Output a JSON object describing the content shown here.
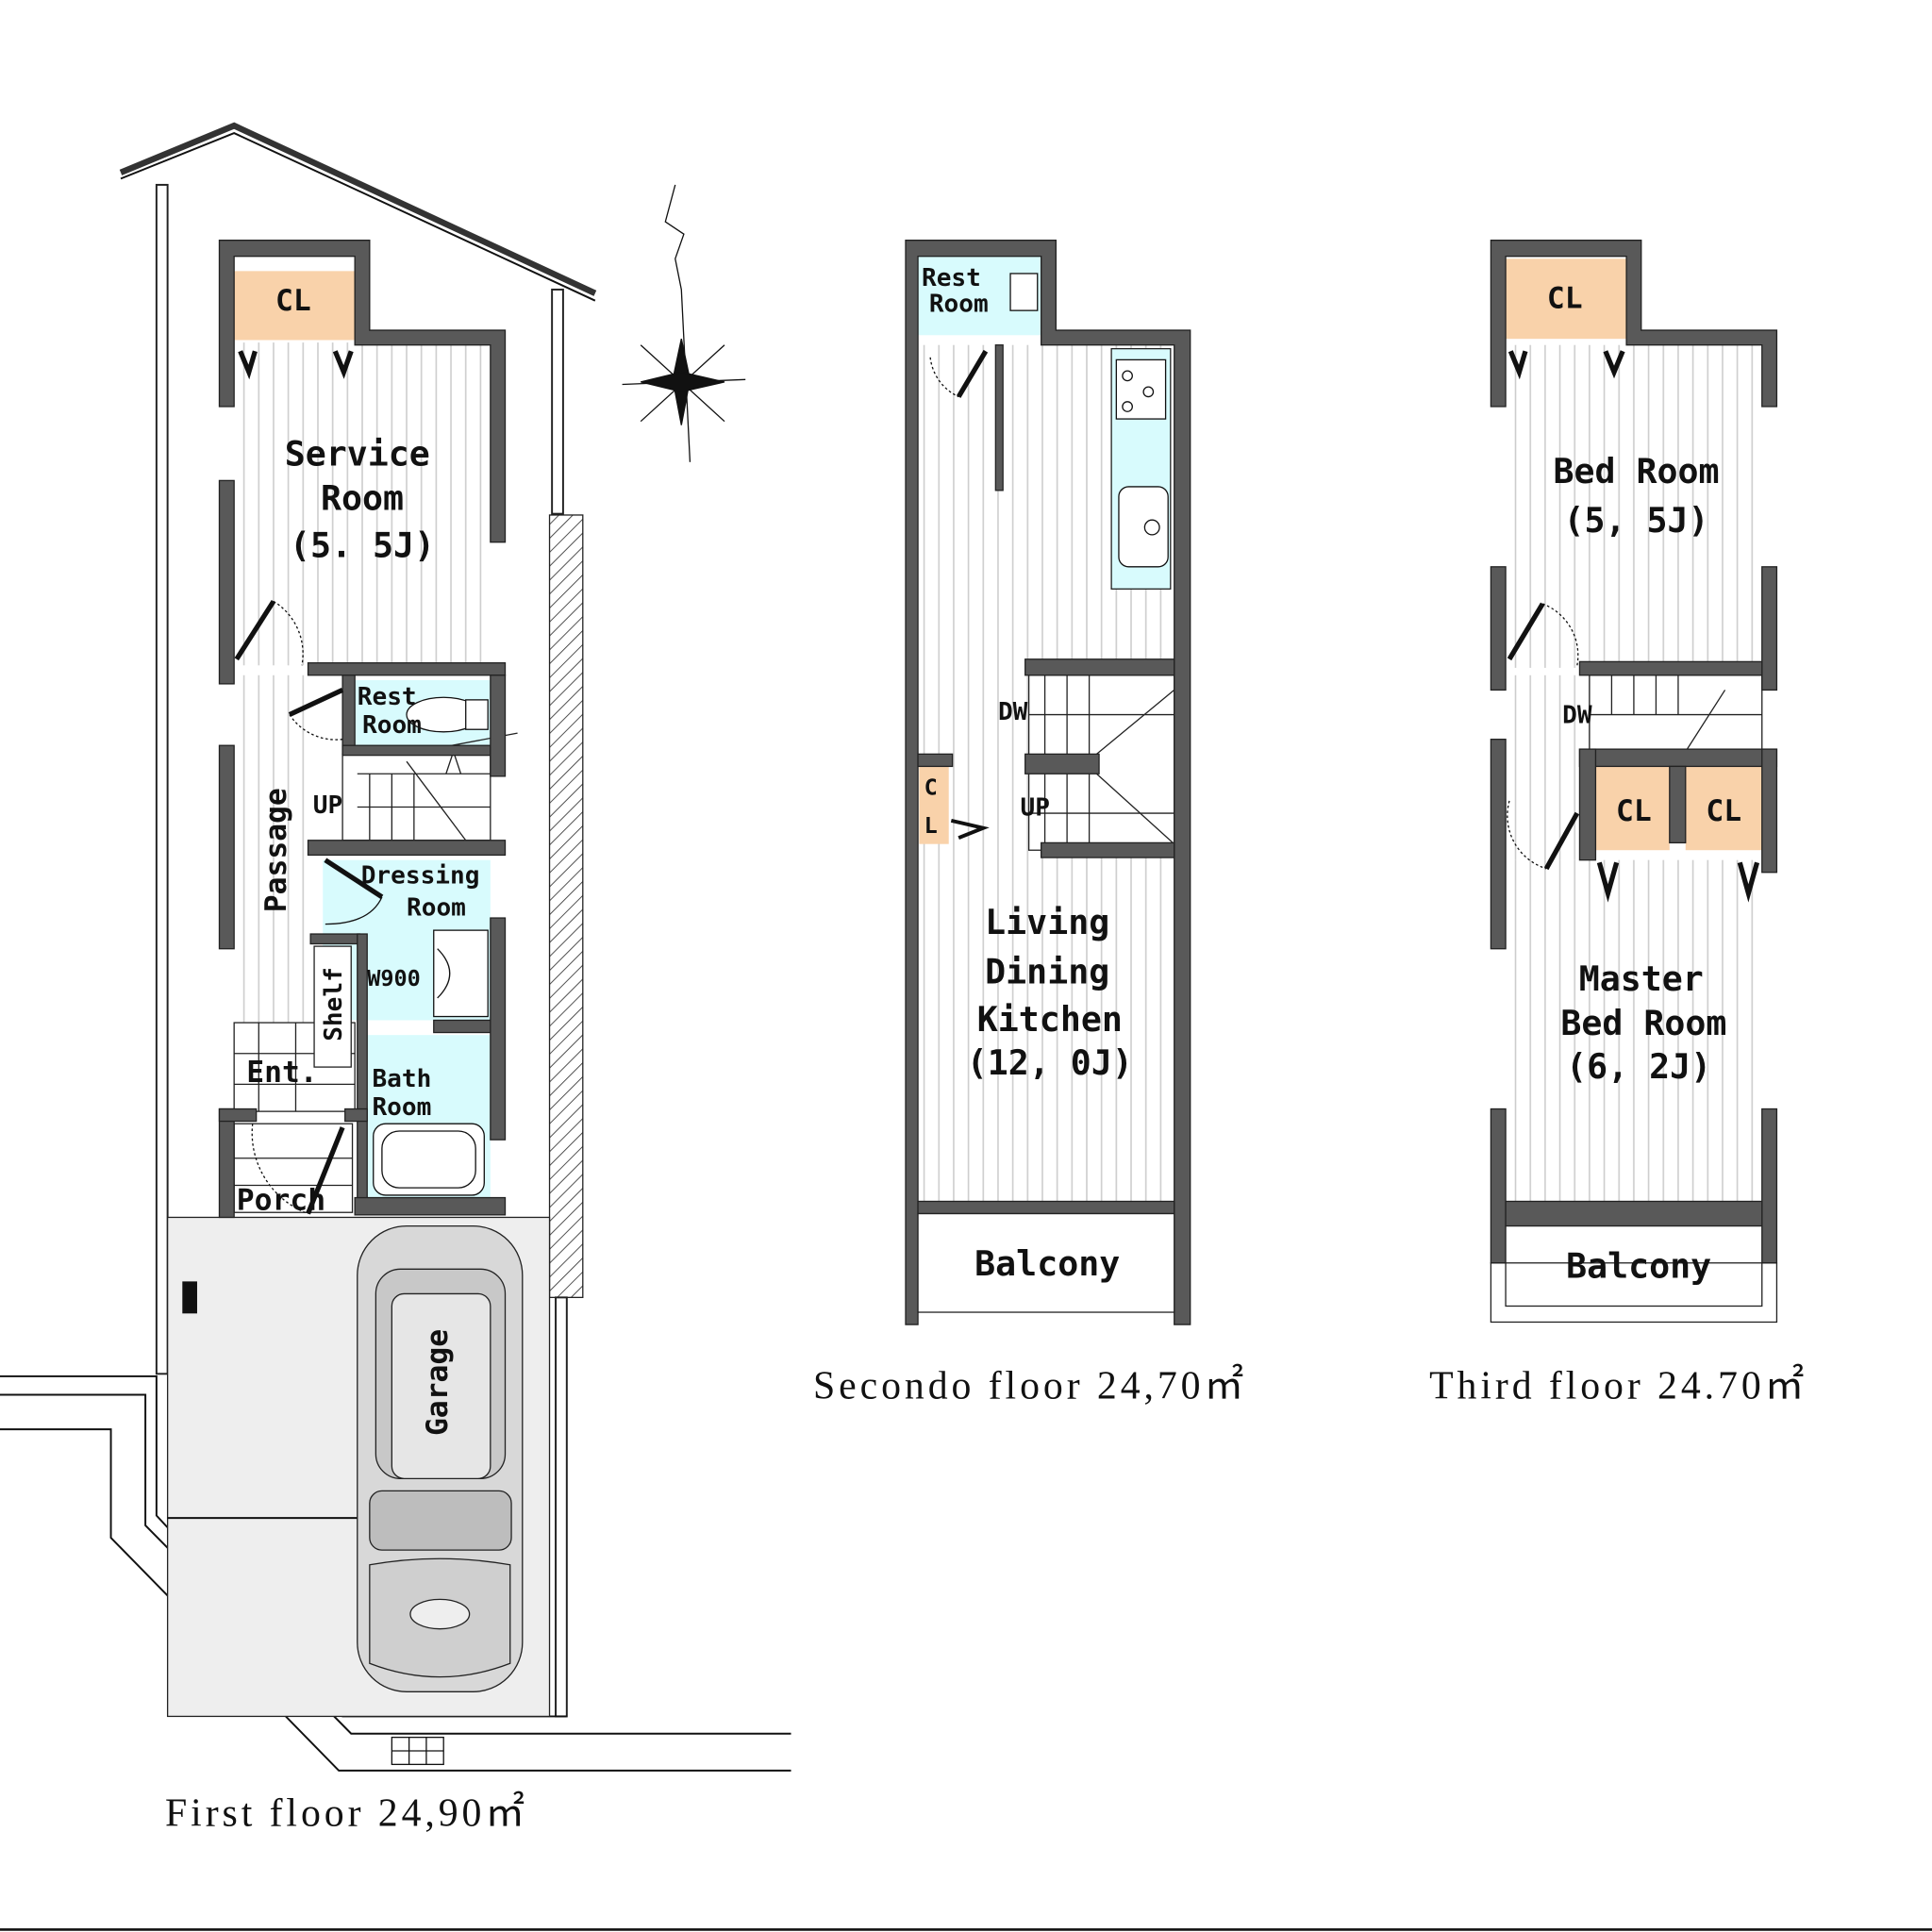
{
  "colors": {
    "wall": "#595959",
    "closet": "#f9d2aa",
    "wet_area": "#d8fbfd",
    "garage": "#eeeeee",
    "floor_stripe": "#cccccc"
  },
  "first_floor": {
    "caption": "First floor  24,90㎡",
    "rooms": {
      "closet": "CL",
      "service_room": [
        "Service",
        "Room",
        "(5. 5J)"
      ],
      "rest_room": [
        "Rest",
        "Room"
      ],
      "passage": "Passage",
      "up": "UP",
      "dressing_room": [
        "Dressing",
        "Room"
      ],
      "washbasin": "W900",
      "shelf": "Shelf",
      "entrance": "Ent.",
      "bath_room": [
        "Bath",
        "Room"
      ],
      "porch": "Porch",
      "garage": "Garage"
    }
  },
  "second_floor": {
    "caption": "Secondo floor  24,70㎡",
    "rooms": {
      "rest_room": [
        "Rest",
        "Room"
      ],
      "down": "DW",
      "up": "UP",
      "closet": [
        "C",
        "L"
      ],
      "ldk": [
        "Living",
        "Dining",
        "Kitchen",
        "(12, 0J)"
      ],
      "balcony": "Balcony"
    }
  },
  "third_floor": {
    "caption": "Third floor  24.70㎡",
    "rooms": {
      "closet_top": "CL",
      "bed_room": [
        "Bed Room",
        "(5, 5J)"
      ],
      "down": "DW",
      "closet_left": "CL",
      "closet_right": "CL",
      "master_bed_room": [
        "Master",
        "Bed Room",
        "(6, 2J)"
      ],
      "balcony": "Balcony"
    }
  },
  "icons": {
    "compass": "north-compass-icon",
    "car": "car-icon"
  }
}
